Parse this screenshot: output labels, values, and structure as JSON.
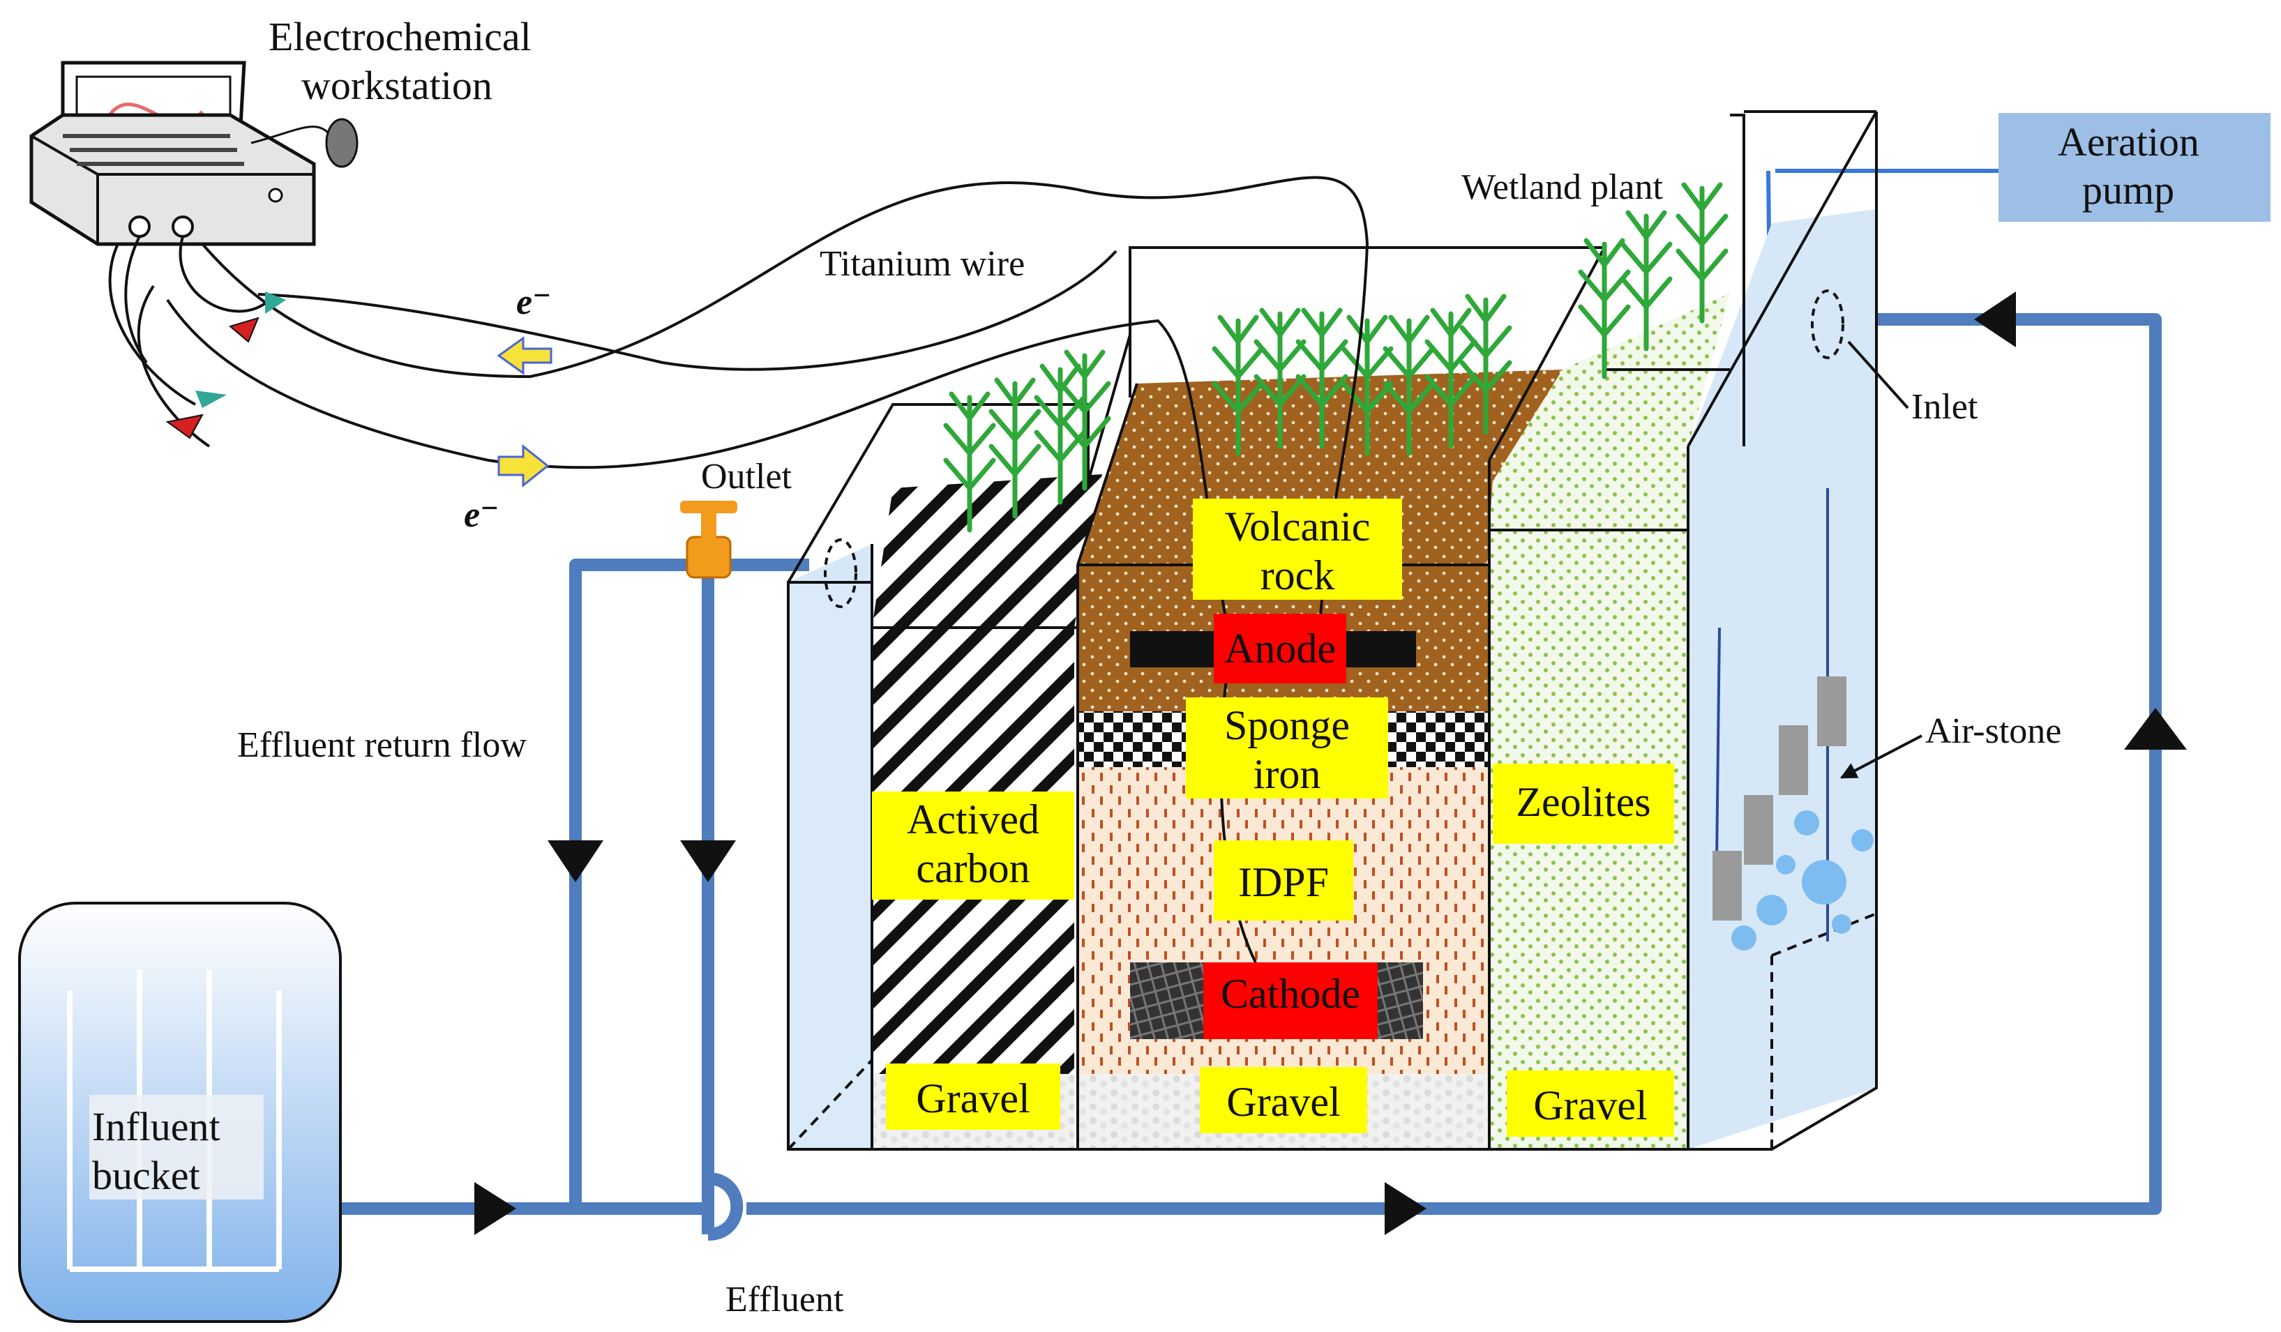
{
  "labels": {
    "electrochemical_line1": "Electrochemical",
    "electrochemical_line2": "workstation",
    "aeration_line1": "Aeration",
    "aeration_line2": "pump",
    "wetland_plant": "Wetland plant",
    "titanium_wire": "Titanium wire",
    "outlet": "Outlet",
    "inlet": "Inlet",
    "air_stone": "Air-stone",
    "effluent_return_flow": "Effluent return flow",
    "effluent": "Effluent",
    "influent_line1": "Influent",
    "influent_line2": "bucket",
    "electron_top": "e⁻",
    "electron_bottom": "e⁻"
  },
  "media": {
    "volcanic_line1": "Volcanic",
    "volcanic_line2": "rock",
    "anode": "Anode",
    "sponge_line1": "Sponge",
    "sponge_line2": "iron",
    "idpf": "IDPF",
    "cathode": "Cathode",
    "actived_line1": "Actived",
    "actived_line2": "carbon",
    "zeolites": "Zeolites",
    "gravel_left": "Gravel",
    "gravel_middle": "Gravel",
    "gravel_right": "Gravel"
  },
  "colors": {
    "pipe": "#4f7dbd",
    "label_bg": "#ffff00",
    "electrode": "#ff0000",
    "soil": "#a0621e",
    "plant": "#2fa83a",
    "aeration_box": "#9dbfe6",
    "water": "#d6e8f7",
    "zeolite_dot": "#8bc34a"
  }
}
